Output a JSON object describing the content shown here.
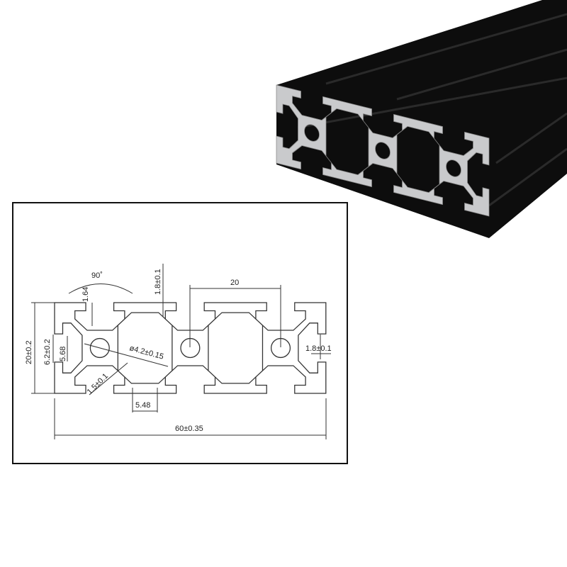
{
  "product": {
    "colors": {
      "body": "#0d0d0d",
      "end_face": "#c9cacc",
      "drawing_line": "#333333"
    }
  },
  "drawing": {
    "dimensions": {
      "angle": "90˚",
      "slot_depth": "1.64",
      "lip_top": "1.8±0.1",
      "pitch": "20",
      "height": "20±0.2",
      "slot_opening": "6.2±0.2",
      "slot_inner": "5.68",
      "hole_dia": "ø4.2±0.15",
      "wall": "1.5±0.1",
      "web": "5.48",
      "width": "60±0.35",
      "lip_side": "1.8±0.1"
    }
  }
}
